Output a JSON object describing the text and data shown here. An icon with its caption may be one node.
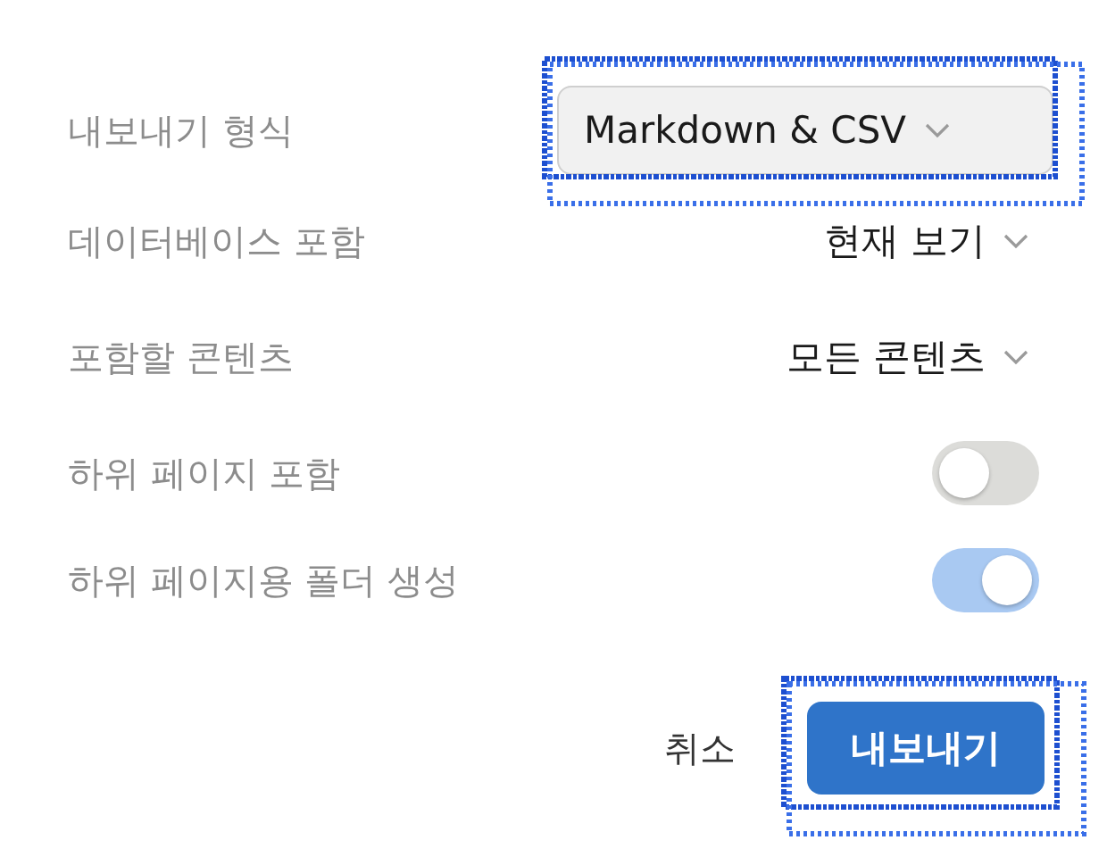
{
  "diagram": {
    "labels": [
      "내보내기 형식",
      "Markdown & CSV",
      "데이터베이스 포함",
      "현재 보기",
      "포함할 콘텐츠",
      "모든 콘텐츠",
      "하위 페이지 포함",
      "하위 페이지용 폴더 생성",
      "취소",
      "내보내기"
    ]
  }
}
